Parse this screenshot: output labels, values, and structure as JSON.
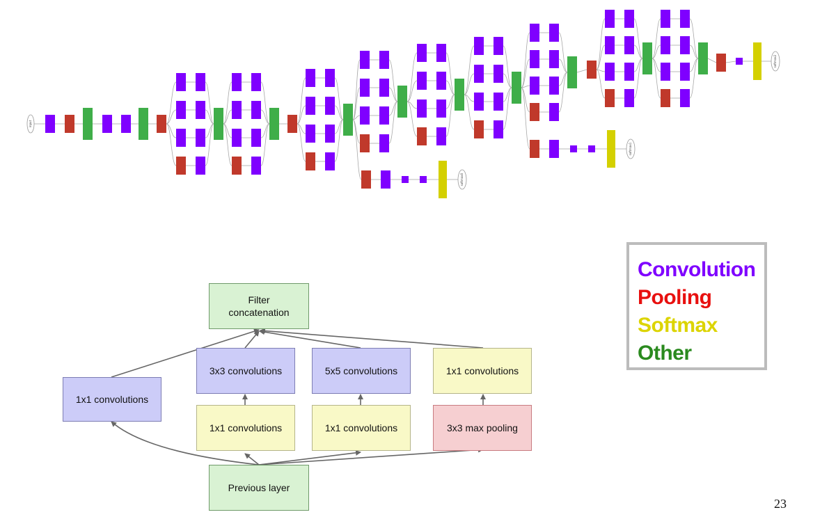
{
  "legend": {
    "items": [
      {
        "label": "Convolution",
        "color": "#7f00ff"
      },
      {
        "label": "Pooling",
        "color": "#e8100f"
      },
      {
        "label": "Softmax",
        "color": "#dcd400"
      },
      {
        "label": "Other",
        "color": "#2a8a1e"
      }
    ]
  },
  "network": {
    "node_colors": {
      "conv": "#7f00ff",
      "pool": "#c0392b",
      "softmax": "#d4d000",
      "other": "#3fae49",
      "io": "#ffffff"
    },
    "labels": {
      "input": "input",
      "softmax0": "softmax0",
      "softmax1": "softmax1",
      "softmax2": "softmax2"
    }
  },
  "inception_module": {
    "filter_concat": "Filter concatenation",
    "conv3x3": "3x3 convolutions",
    "conv5x5": "5x5 convolutions",
    "conv1x1_after_pool": "1x1 convolutions",
    "conv1x1_left": "1x1 convolutions",
    "conv1x1_reduce_a": "1x1 convolutions",
    "conv1x1_reduce_b": "1x1 convolutions",
    "maxpool": "3x3 max pooling",
    "previous_layer": "Previous layer"
  },
  "page_number": "23"
}
